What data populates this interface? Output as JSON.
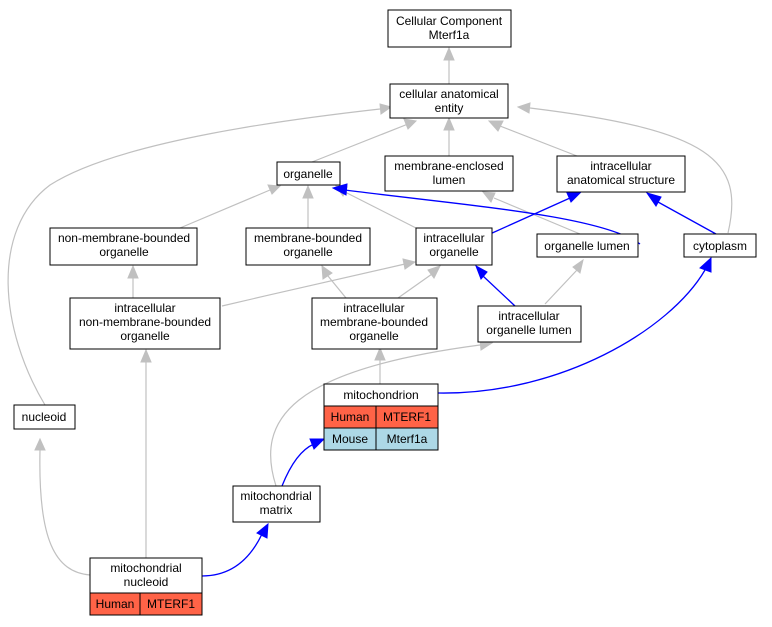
{
  "root": {
    "line1": "Cellular Component",
    "line2": "Mterf1a"
  },
  "nodes": {
    "cellular_anatomical_entity": {
      "line1": "cellular anatomical",
      "line2": "entity"
    },
    "organelle": {
      "line1": "organelle"
    },
    "membrane_enclosed_lumen": {
      "line1": "membrane-enclosed",
      "line2": "lumen"
    },
    "intracellular_anatomical_structure": {
      "line1": "intracellular",
      "line2": "anatomical structure"
    },
    "non_membrane_bounded_organelle": {
      "line1": "non-membrane-bounded",
      "line2": "organelle"
    },
    "membrane_bounded_organelle": {
      "line1": "membrane-bounded",
      "line2": "organelle"
    },
    "intracellular_organelle": {
      "line1": "intracellular",
      "line2": "organelle"
    },
    "organelle_lumen": {
      "line1": "organelle lumen"
    },
    "cytoplasm": {
      "line1": "cytoplasm"
    },
    "intracellular_non_membrane_bounded_organelle": {
      "line1": "intracellular",
      "line2": "non-membrane-bounded",
      "line3": "organelle"
    },
    "intracellular_membrane_bounded_organelle": {
      "line1": "intracellular",
      "line2": "membrane-bounded",
      "line3": "organelle"
    },
    "intracellular_organelle_lumen": {
      "line1": "intracellular",
      "line2": "organelle lumen"
    },
    "nucleoid": {
      "line1": "nucleoid"
    },
    "mitochondrion": {
      "line1": "mitochondrion",
      "rows": [
        {
          "species": "Human",
          "gene": "MTERF1"
        },
        {
          "species": "Mouse",
          "gene": "Mterf1a"
        }
      ]
    },
    "mitochondrial_matrix": {
      "line1": "mitochondrial",
      "line2": "matrix"
    },
    "mitochondrial_nucleoid": {
      "line1": "mitochondrial",
      "line2": "nucleoid",
      "rows": [
        {
          "species": "Human",
          "gene": "MTERF1"
        }
      ]
    }
  },
  "colors": {
    "human": "#ff6347",
    "mouse": "#add8e6",
    "edge_is_a": "#c0c0c0",
    "edge_part_of": "#0000ff"
  }
}
